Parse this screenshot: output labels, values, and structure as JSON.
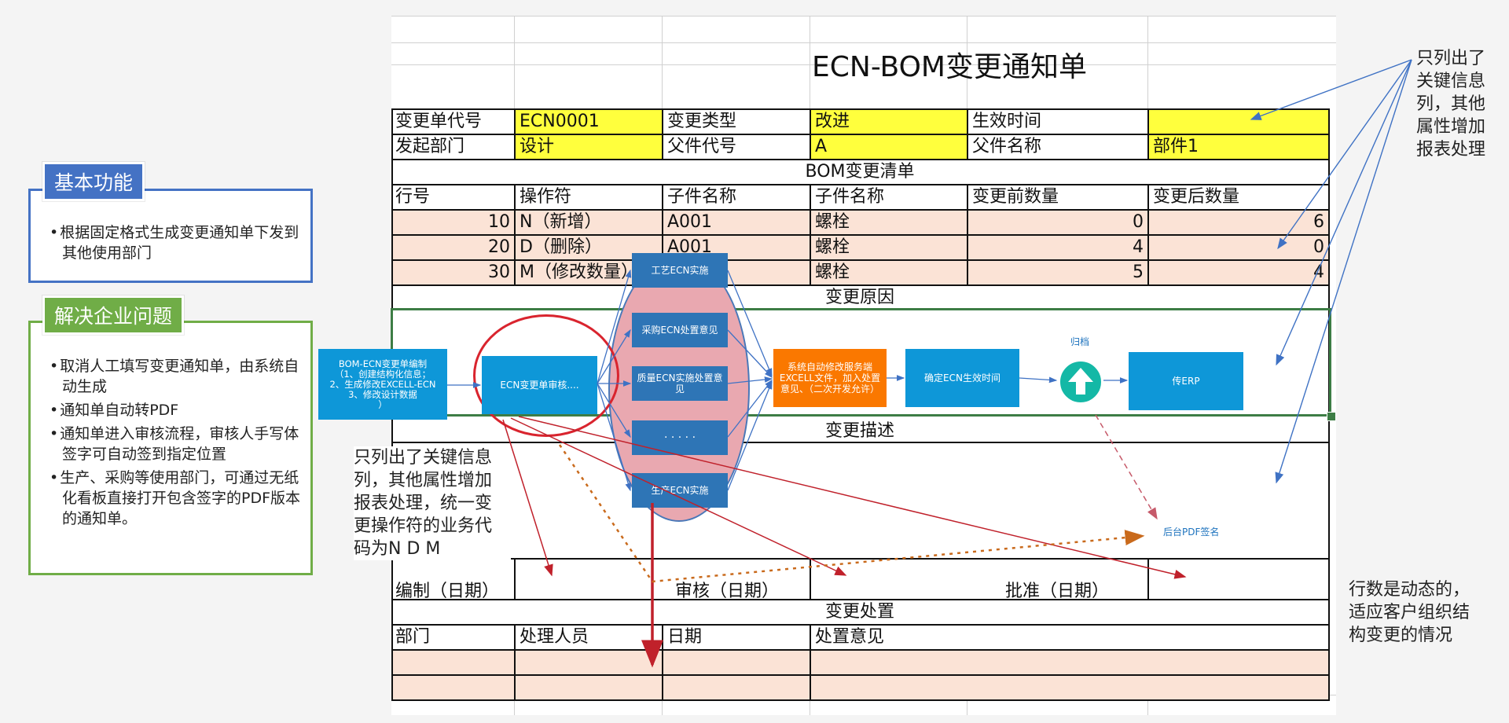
{
  "left_panels": {
    "basic": {
      "title": "基本功能",
      "items": [
        "根据固定格式生成变更通知单下发到其他使用部门"
      ]
    },
    "solve": {
      "title": "解决企业问题",
      "items": [
        "取消人工填写变更通知单，由系统自动生成",
        "通知单自动转PDF",
        "通知单进入审核流程，审核人手写体签字可自动签到指定位置",
        "生产、采购等使用部门，可通过无纸化看板直接打开包含签字的PDF版本的通知单。"
      ]
    }
  },
  "form": {
    "title": "ECN-BOM变更通知单",
    "header": {
      "change_no_label": "变更单代号",
      "change_no": "ECN0001",
      "change_type_label": "变更类型",
      "change_type": "改进",
      "effective_label": "生效时间",
      "effective": "",
      "dept_label": "发起部门",
      "dept": "设计",
      "parent_code_label": "父件代号",
      "parent_code": "A",
      "parent_name_label": "父件名称",
      "parent_name": "部件1"
    },
    "bom_list_title": "BOM变更清单",
    "bom_columns": [
      "行号",
      "操作符",
      "子件名称",
      "子件名称",
      "变更前数量",
      "变更后数量"
    ],
    "bom_rows": [
      [
        "10",
        "N（新增）",
        "A001",
        "螺栓",
        "0",
        "6"
      ],
      [
        "20",
        "D（删除）",
        "A001",
        "螺栓",
        "4",
        "0"
      ],
      [
        "30",
        "M（修改数量）",
        "",
        "螺栓",
        "5",
        "4"
      ]
    ],
    "reason_title": "变更原因",
    "desc_title": "变更描述",
    "sign": {
      "draft": "编制（日期）",
      "review": "审核（日期）",
      "approve": "批准（日期）"
    },
    "disposal_title": "变更处置",
    "disposal_columns": [
      "部门",
      "处理人员",
      "日期",
      "处置意见"
    ]
  },
  "flow": {
    "start": "BOM-ECN变更单编制\n（1、创建结构化信息；\n2、生成修改EXCELL-ECN\n3、修改设计数据\n）",
    "review": "ECN变更单审核....",
    "process": "工艺ECN实施",
    "purchase": "采购ECN处置意见",
    "quality": "质量ECN实施处置意见",
    "dots": "· · · · ·",
    "production": "生产ECN实施",
    "auto": "系统自动修改服务端EXCELL文件，加入处置意见、（二次开发允许）",
    "confirm": "确定ECN生效时间",
    "archive": "归档",
    "erp": "传ERP",
    "pdf_sign": "后台PDF签名"
  },
  "notes": {
    "top_right": "只列出了\n关键信息\n列，其他\n属性增加\n报表处理",
    "middle": "只列出了关键信息\n列，其他属性增加\n报表处理，统一变\n更操作符的业务代\n码为N D M",
    "bottom_right": "行数是动态的，\n适应客户组织结\n构变更的情况"
  },
  "colors": {
    "blue_title": "#4472c4",
    "green_title": "#70ad47",
    "flow_blue": "#0e97d8",
    "flow_dark": "#2e75b6",
    "orange": "#fa7800",
    "teal": "#14b8a6"
  }
}
